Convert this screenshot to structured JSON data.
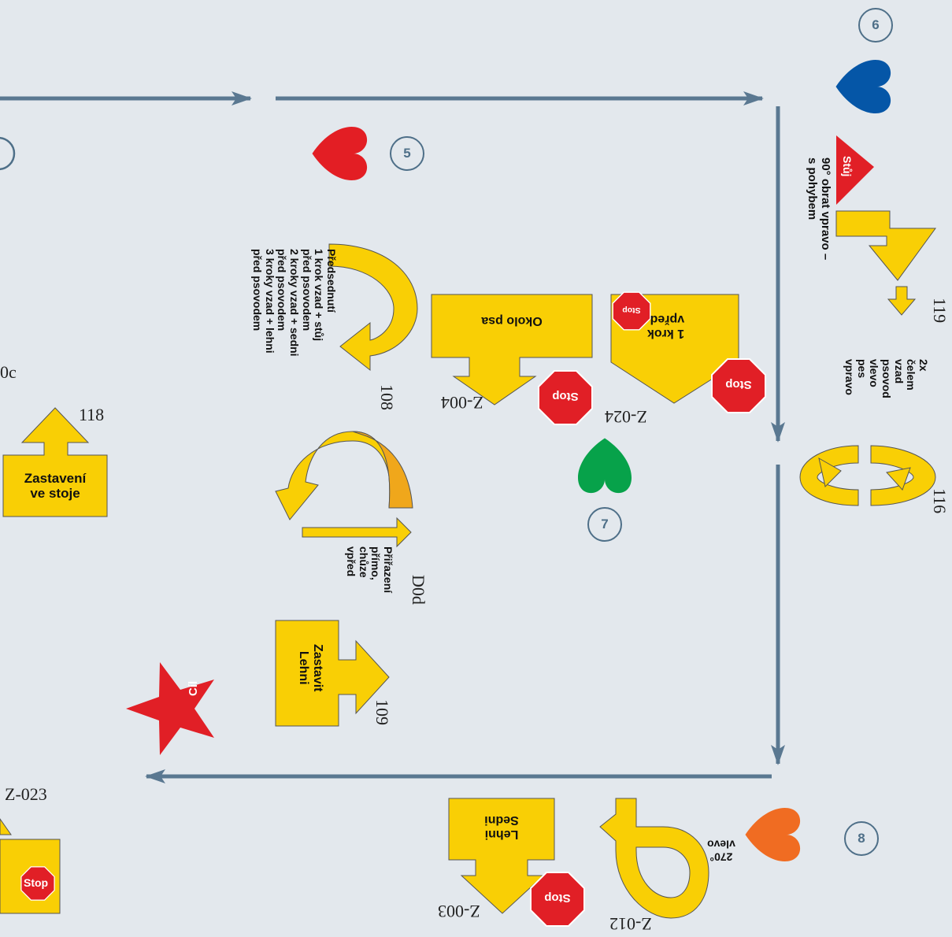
{
  "colors": {
    "background": "#e3e8ed",
    "path": "#5a7891",
    "sign_yellow": "#f9cf05",
    "stop_red": "#e11f26",
    "heart_red": "#e31e24",
    "heart_blue": "#0556a7",
    "heart_green": "#07a24a",
    "heart_orange": "#f06c22"
  },
  "numbers": {
    "n5": "5",
    "n6": "6",
    "n7": "7",
    "n8": "8"
  },
  "codes": {
    "c118": "118",
    "c108": "108",
    "cZ004": "Z-004",
    "cZ024": "Z-024",
    "c119": "119",
    "c116": "116",
    "cD0d": "D0d",
    "c109": "109",
    "cZ023": "Z-023",
    "cZ012": "Z-012",
    "cZ003": "Z-003",
    "cLeft": "0c"
  },
  "labels": {
    "zastaveni": "Zastavení\nve stoje",
    "predsednuti": "Předsednutí\n1 krok vzad + stůj\npřed psovodem\n2 kroky vzad + sedni\npřed psovodem\n3 kroky vzad + lehni\npřed psovodem",
    "okolo_psa": "Okolo psa",
    "krok_vpred": "1 krok\nvpřed",
    "obrat": "90° obrat vpravo –\ns pohybem",
    "celem": "2x čelem\nvzad\npsovod\nvlevo\npes\nvpravo",
    "prirazeni": "Přiřazení\npřímo,\nchůze\nvpřed",
    "zastavit": "Zastavit\nLehni",
    "sedni": "Lehni\nSedni",
    "vlevo270": "270°\nvlevo",
    "cil": "Cíl",
    "stop": "Stop",
    "stuj": "Stůj"
  }
}
